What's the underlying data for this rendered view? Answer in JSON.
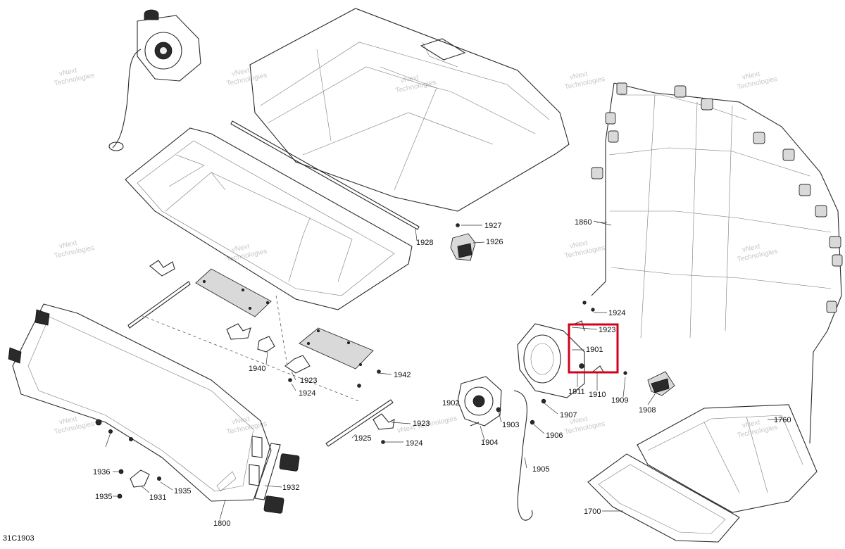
{
  "diagram_id": "31C1903",
  "highlight_color": "#d0021b",
  "callouts": {
    "c1700": "1700",
    "c1760": "1760",
    "c1800": "1800",
    "c1860": "1860",
    "c1901": "1901",
    "c1902": "1902",
    "c1903": "1903",
    "c1904": "1904",
    "c1905": "1905",
    "c1906": "1906",
    "c1907": "1907",
    "c1908": "1908",
    "c1909": "1909",
    "c1910": "1910",
    "c1911": "1911",
    "c1923a": "1923",
    "c1923b": "1923",
    "c1923c": "1923",
    "c1924a": "1924",
    "c1924b": "1924",
    "c1924c": "1924",
    "c1925": "1925",
    "c1926": "1926",
    "c1927": "1927",
    "c1928": "1928",
    "c1931": "1931",
    "c1932": "1932",
    "c1935": "1935",
    "c1936": "1936",
    "c1940": "1940",
    "c1942": "1942"
  },
  "watermark": {
    "line1": "vNext",
    "line2": "Technologies",
    "inline": "vNext Technologies"
  }
}
